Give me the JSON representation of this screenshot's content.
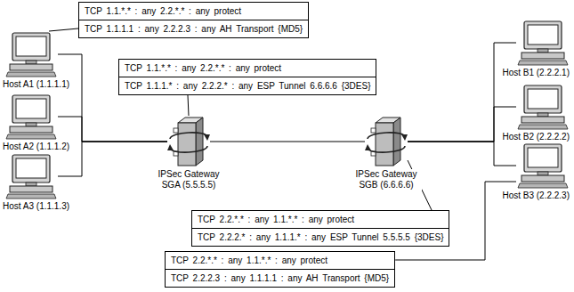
{
  "diagram": {
    "nodes": [
      {
        "text": [
          "TCP 1.1.*.* : any 2.2.*.* : any protect",
          "TCP 1.1.1.1 : any 2.2.2.3 : any AH Transport {MD5}"
        ]
      },
      {
        "text": [
          "Host A1 (1.1.1.1)"
        ]
      },
      {
        "text": [
          "TCP 1.1.*.* : any 2.2.*.* : any protect",
          "TCP 1.1.1.* : any 2.2.2.* : any ESP Tunnel 6.6.6.6 {3DES}"
        ]
      },
      {
        "text": [
          "Host A2 (1.1.1.2)"
        ]
      },
      {
        "text": [
          "IPSec Gateway SGA (5.5.5.5)"
        ]
      },
      {
        "text": [
          "IPSec Gateway SGB (6.6.6.6)"
        ]
      },
      {
        "text": [
          "Host A3 (1.1.1.3)"
        ]
      },
      {
        "text": [
          "Host B1 (2.2.2.1)"
        ]
      },
      {
        "text": [
          "Host B2 (2.2.2.2)"
        ]
      },
      {
        "text": [
          "Host B3 (2.2.2.3)"
        ]
      },
      {
        "text": [
          "TCP 2.2.*.* : any 1.1.*.* : any protect",
          "TCP 2.2.2.* : any 1.1.1.* : any ESP Tunnel 5.5.5.5 {3DES}"
        ]
      },
      {
        "text": [
          "TCP 2.2.*.* : any 1.1.*.* : any protect",
          "TCP 2.2.2.3 : any 1.1.1.1 : any AH Transport {MD5}"
        ]
      }
    ],
    "edges": [
      {
        "from": 1,
        "to": 4,
        "arrow": "none"
      },
      {
        "from": 3,
        "to": 4,
        "arrow": "none"
      },
      {
        "from": 6,
        "to": 4,
        "arrow": "none"
      },
      {
        "from": 4,
        "to": 5,
        "arrow": "none"
      },
      {
        "from": 5,
        "to": 7,
        "arrow": "none"
      },
      {
        "from": 5,
        "to": 8,
        "arrow": "none"
      },
      {
        "from": 5,
        "to": 9,
        "arrow": "none"
      },
      {
        "from": 0,
        "to": 1,
        "arrow": "none"
      },
      {
        "from": 2,
        "to": 4,
        "arrow": "none"
      },
      {
        "from": 10,
        "to": 5,
        "arrow": "none"
      },
      {
        "from": 11,
        "to": 9,
        "arrow": "none"
      }
    ]
  }
}
